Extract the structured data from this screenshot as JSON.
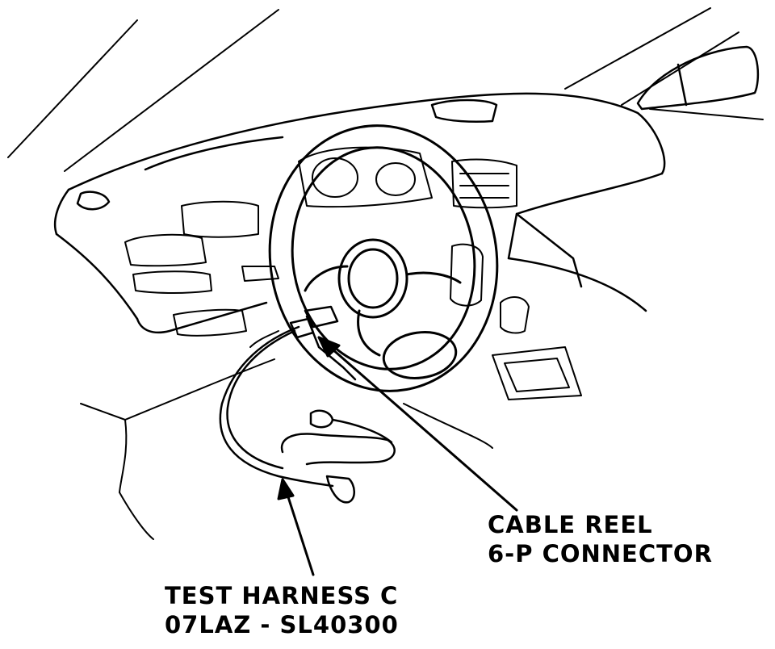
{
  "colors": {
    "ink": "#000000",
    "background": "#ffffff"
  },
  "callouts": {
    "cable_reel": {
      "line1": "CABLE REEL",
      "line2": "6-P CONNECTOR"
    },
    "test_harness": {
      "line1": "TEST HARNESS C",
      "line2": "07LAZ - SL40300"
    }
  }
}
